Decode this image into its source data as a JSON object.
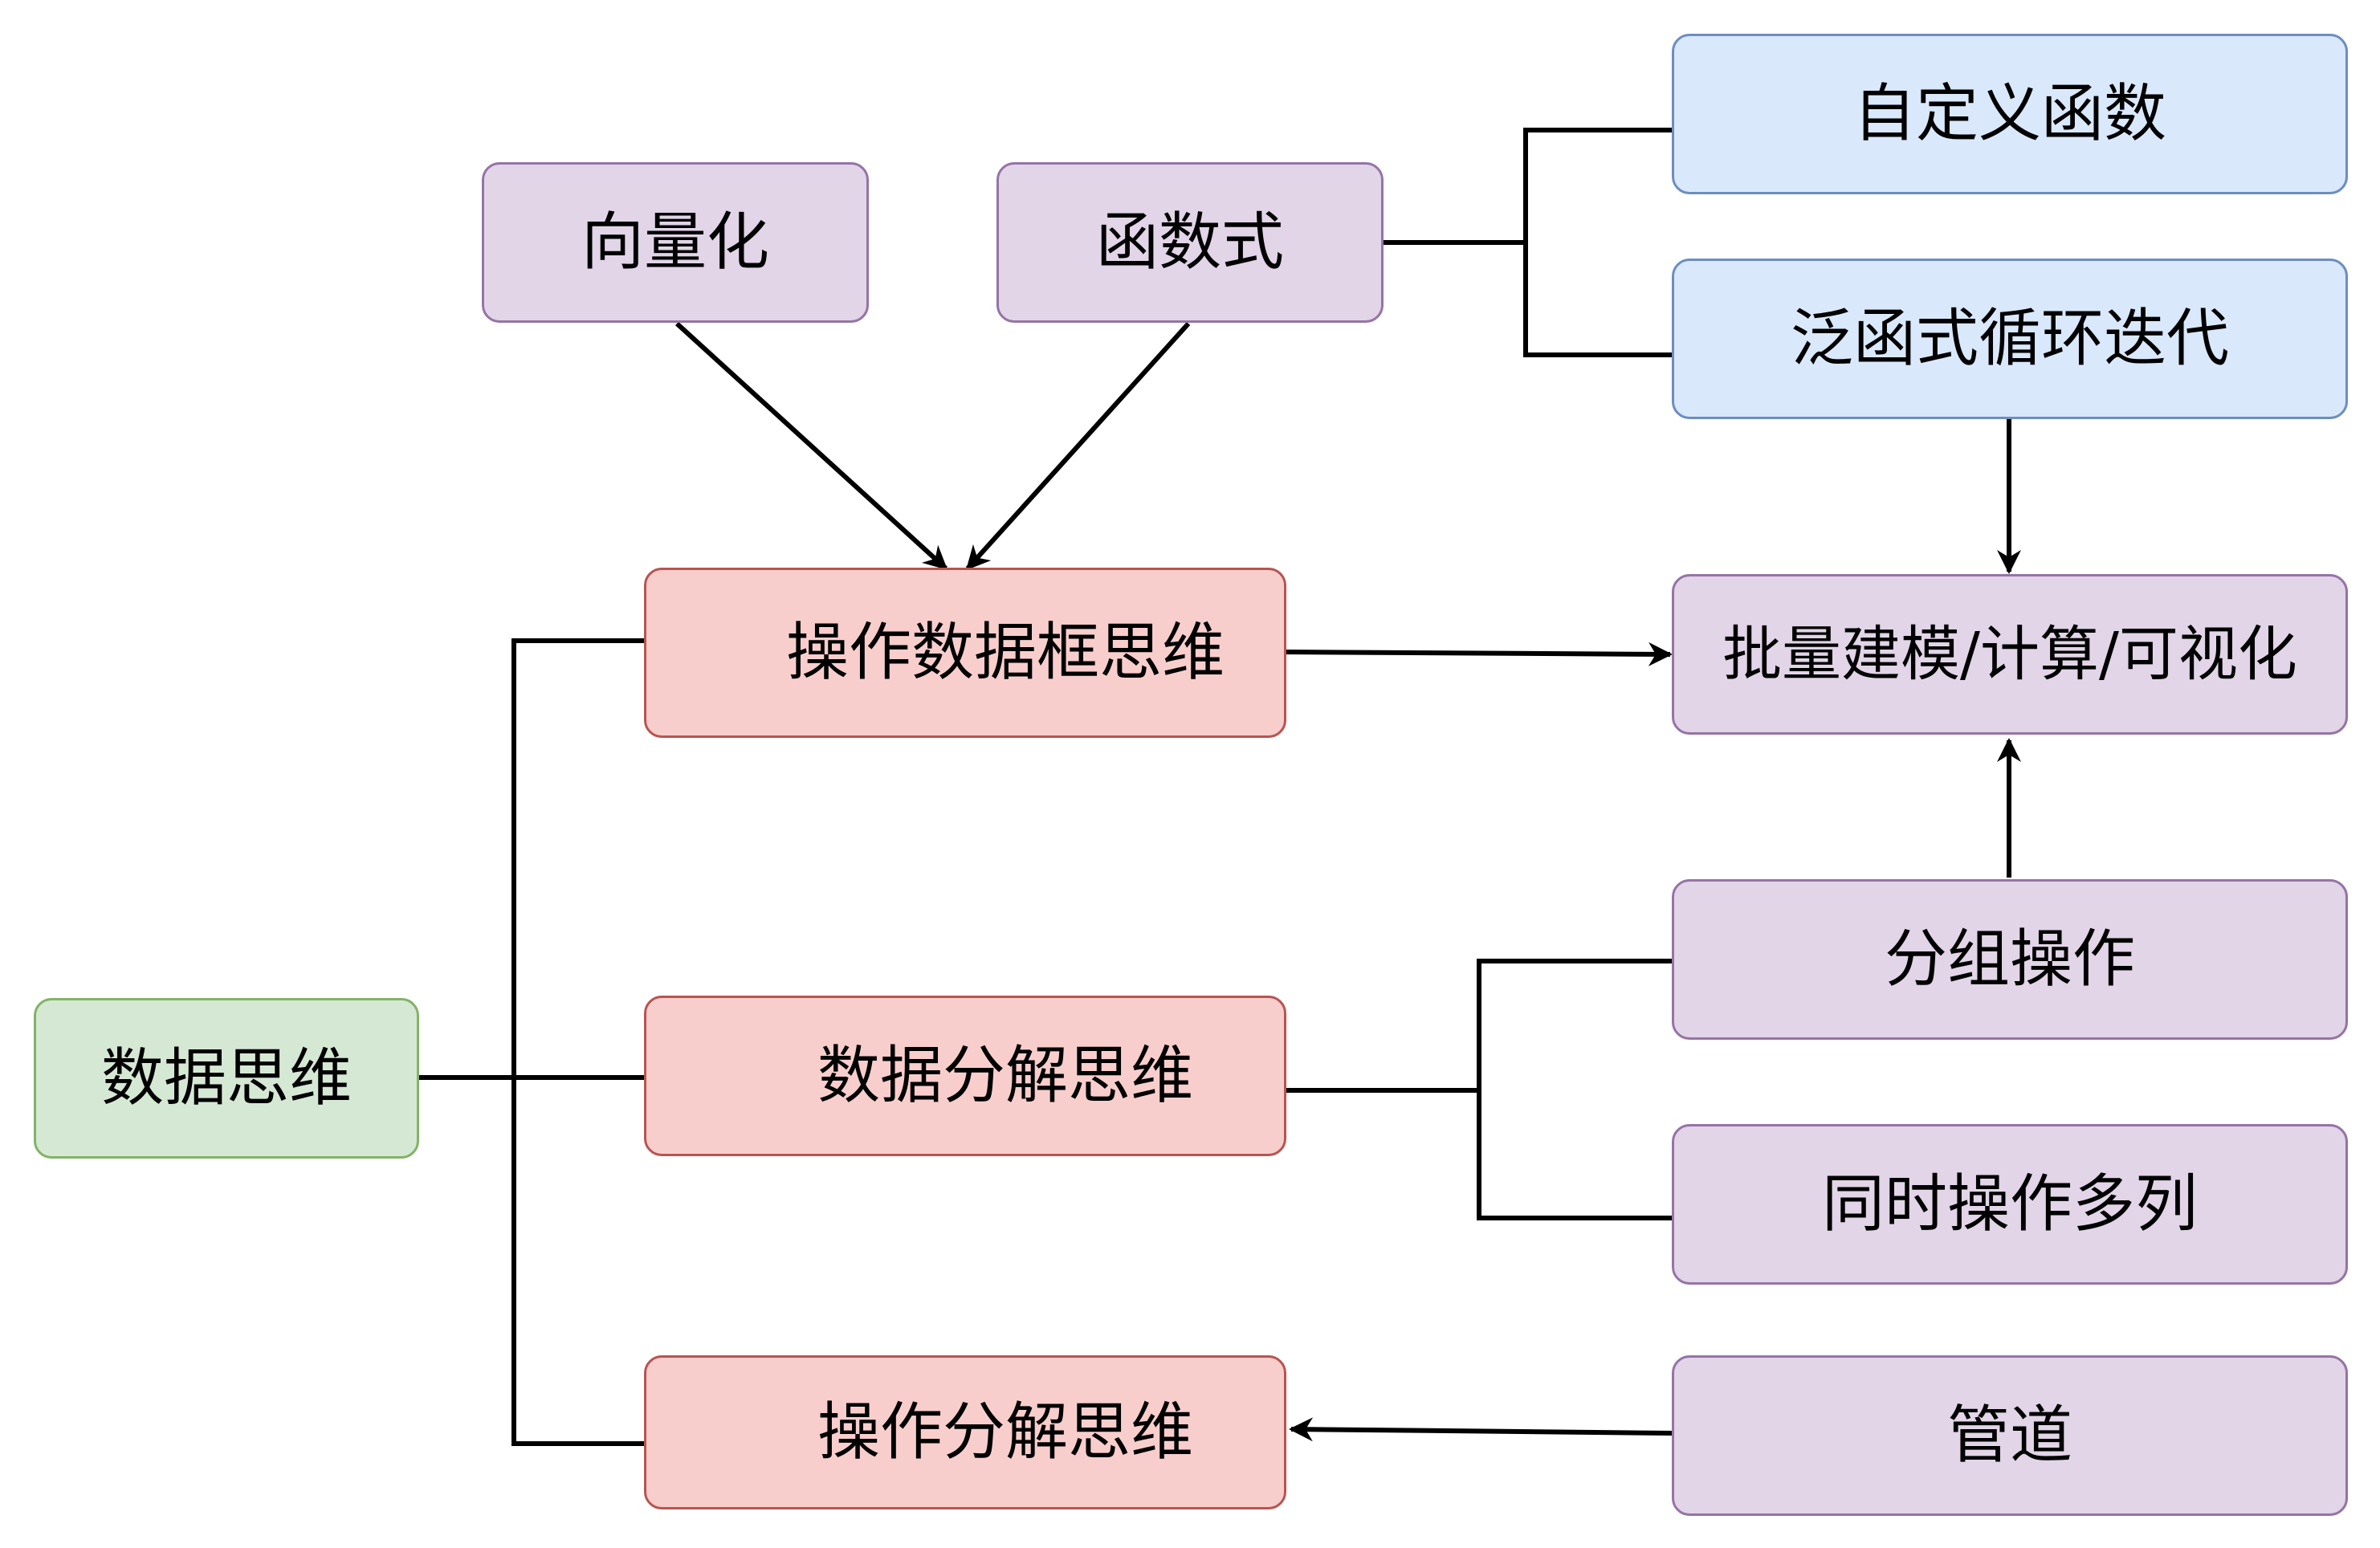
{
  "nodes": {
    "vectorize": "向量化",
    "functional": "函数式",
    "custom_function": "自定义函数",
    "generic_loop": "泛函式循环迭代",
    "dataframe_thinking": "操作数据框思维",
    "batch_model": "批量建模/计算/可视化",
    "data_thinking": "数据思维",
    "data_decompose": "数据分解思维",
    "group_op": "分组操作",
    "multi_column": "同时操作多列",
    "op_decompose": "操作分解思维",
    "pipe": "管道"
  },
  "colors": {
    "purple_fill": "#e1d5e7",
    "purple_border": "#9673a6",
    "blue_fill": "#dae8fc",
    "blue_border": "#6c8ebf",
    "red_fill": "#f8cecc",
    "red_border": "#b85450",
    "green_fill": "#d5e8d4",
    "green_border": "#82b366",
    "connector": "#000000"
  }
}
